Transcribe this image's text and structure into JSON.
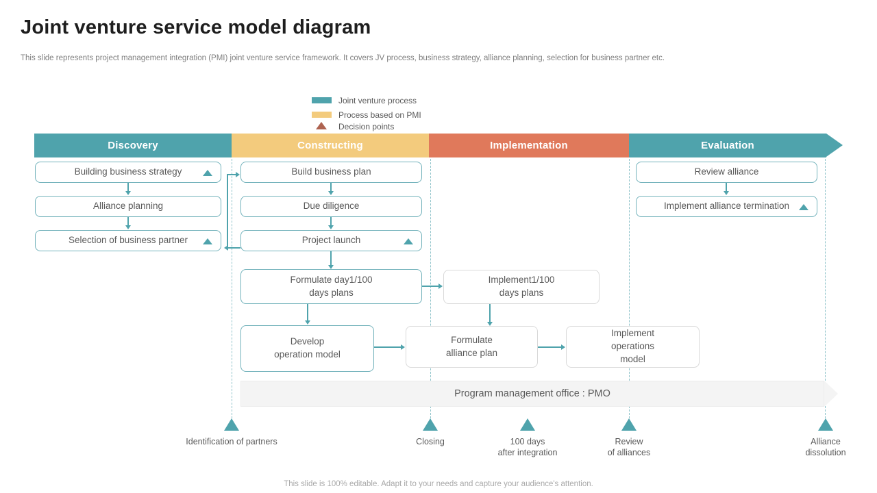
{
  "header": {
    "title": "Joint venture service model diagram",
    "subtitle": "This slide represents project management integration (PMI) joint venture service framework. It covers JV process, business strategy, alliance planning, selection for business partner etc."
  },
  "legend": {
    "joint_venture_process": "Joint venture process",
    "process_based_on_pmi": "Process based on PMI",
    "decision_points": "Decision points"
  },
  "phases": {
    "discovery": "Discovery",
    "constructing": "Constructing",
    "implementation": "Implementation",
    "evaluation": "Evaluation"
  },
  "boxes": {
    "building_business_strategy": "Building business strategy",
    "alliance_planning": "Alliance planning",
    "selection_of_business_partner": "Selection of business partner",
    "build_business_plan": "Build business plan",
    "due_diligence": "Due diligence",
    "project_launch": "Project launch",
    "formulate_day_plans": [
      "Formulate day1/100",
      "days plans"
    ],
    "develop_operation_model": [
      "Develop",
      "operation model"
    ],
    "implement_day_plans": [
      "Implement1/100",
      "days plans"
    ],
    "formulate_alliance_plan": [
      "Formulate",
      "alliance plan"
    ],
    "implement_operations_model": [
      "Implement",
      "operations",
      "model"
    ],
    "review_alliance": "Review alliance",
    "implement_alliance_termination": "Implement alliance termination"
  },
  "pmo": {
    "label": "Program management office : PMO"
  },
  "milestones": {
    "identification": "Identification of partners",
    "closing": "Closing",
    "hundred_days": [
      "100 days",
      "after integration"
    ],
    "review": [
      "Review",
      "of alliances"
    ],
    "dissolution": [
      "Alliance",
      "dissolution"
    ]
  },
  "footer": {
    "note": "This slide is 100% editable. Adapt it to your needs and capture your audience's attention."
  },
  "colors": {
    "teal": "#4FA3AC",
    "yellow": "#F3CB7D",
    "orange": "#E0795B",
    "decision_triangle": "#AE6350",
    "box_text": "#595959",
    "pmo_fill": "#F4F4F4"
  }
}
